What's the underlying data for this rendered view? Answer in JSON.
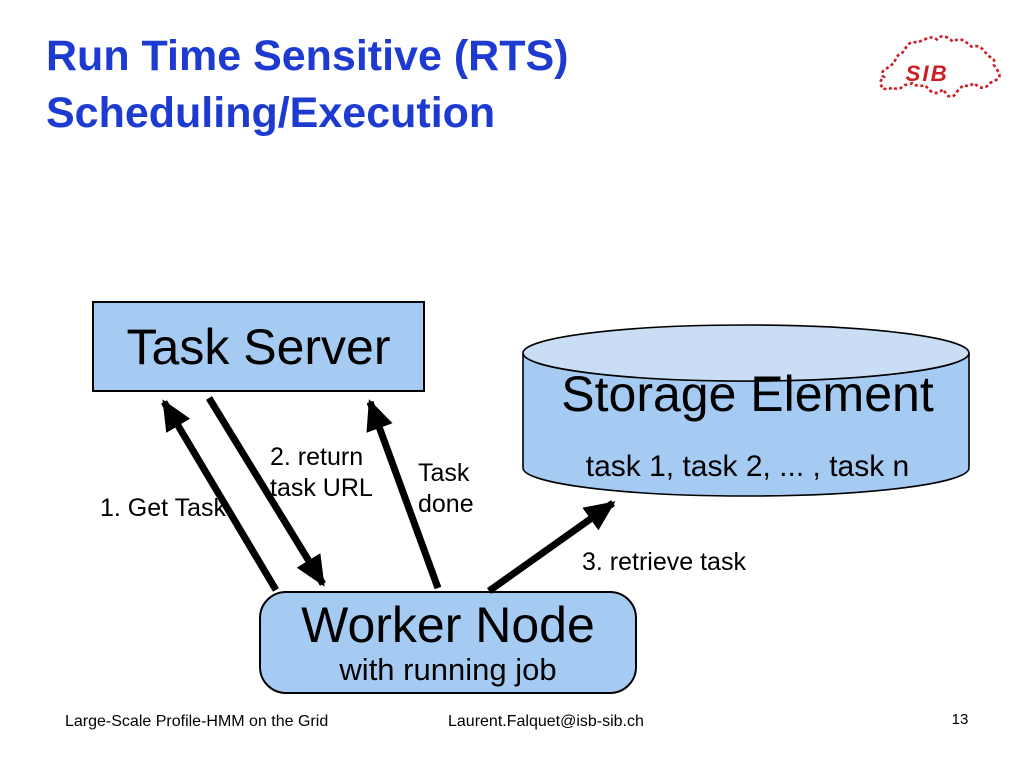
{
  "slide": {
    "title": {
      "line1": "Run Time Sensitive (RTS)",
      "line2": "Scheduling/Execution",
      "color": "#1d3ad1"
    },
    "logo": {
      "label": "SIB",
      "color": "#cb2026",
      "icon": "switzerland-outline-icon"
    },
    "diagram": {
      "task_server": {
        "label": "Task Server"
      },
      "storage_element": {
        "label": "Storage Element",
        "tasks": "task 1, task 2, ... , task n"
      },
      "worker_node": {
        "label": "Worker Node",
        "sublabel": "with running job"
      },
      "arrow_labels": {
        "get_task": "1. Get Task",
        "return_line1": "2. return",
        "return_line2": "task URL",
        "done_line1": "Task",
        "done_line2": "done",
        "retrieve": "3. retrieve task"
      },
      "colors": {
        "node_fill": "#a6cbf2",
        "cylinder_top_fill": "#c9def5",
        "outline": "#000000",
        "arrow": "#000000"
      }
    },
    "footer": {
      "left": "Large-Scale Profile-HMM on the Grid",
      "center": "Laurent.Falquet@isb-sib.ch",
      "page": "13"
    }
  }
}
